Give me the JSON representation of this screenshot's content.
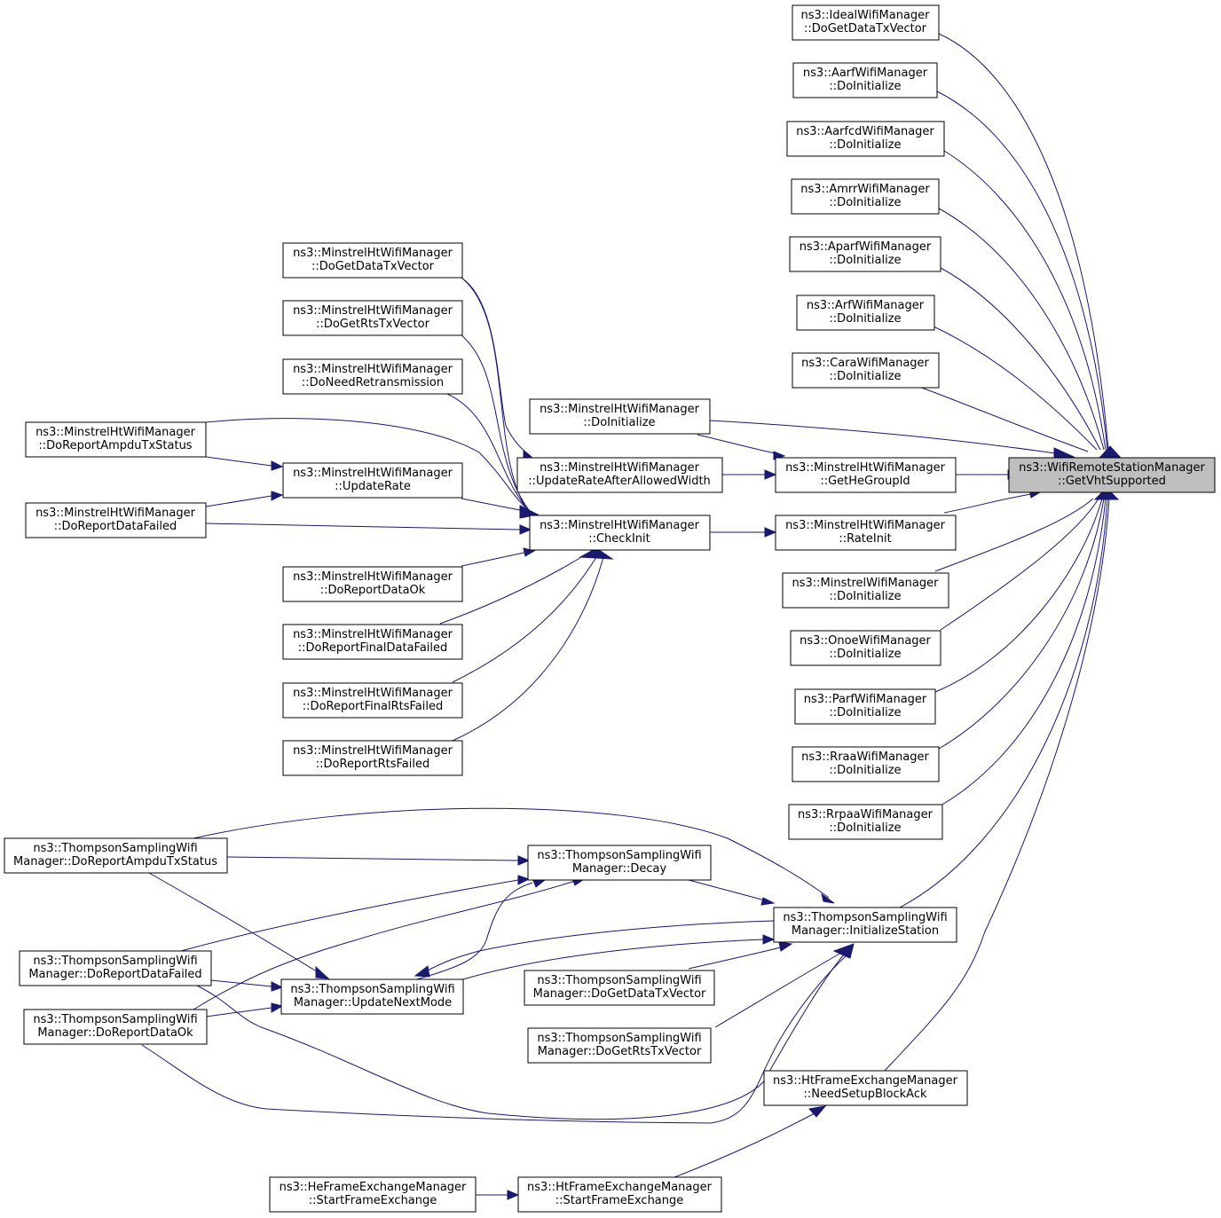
{
  "diagram": {
    "type": "call-graph",
    "edge_color": "#191970",
    "root_fill": "#bfbfbf",
    "nodes": [
      {
        "id": "root",
        "lines": [
          "ns3::WifiRemoteStationManager",
          "::GetVhtSupported"
        ],
        "highlight": true
      },
      {
        "id": "ideal",
        "lines": [
          "ns3::IdealWifiManager",
          "::DoGetDataTxVector"
        ]
      },
      {
        "id": "aarf",
        "lines": [
          "ns3::AarfWifiManager",
          "::DoInitialize"
        ]
      },
      {
        "id": "aarfcd",
        "lines": [
          "ns3::AarfcdWifiManager",
          "::DoInitialize"
        ]
      },
      {
        "id": "amrr",
        "lines": [
          "ns3::AmrrWifiManager",
          "::DoInitialize"
        ]
      },
      {
        "id": "aparf",
        "lines": [
          "ns3::AparfWifiManager",
          "::DoInitialize"
        ]
      },
      {
        "id": "arf",
        "lines": [
          "ns3::ArfWifiManager",
          "::DoInitialize"
        ]
      },
      {
        "id": "cara",
        "lines": [
          "ns3::CaraWifiManager",
          "::DoInitialize"
        ]
      },
      {
        "id": "mht_doinit",
        "lines": [
          "ns3::MinstrelHtWifiManager",
          "::DoInitialize"
        ]
      },
      {
        "id": "mht_getHe",
        "lines": [
          "ns3::MinstrelHtWifiManager",
          "::GetHeGroupId"
        ]
      },
      {
        "id": "mht_rateinit",
        "lines": [
          "ns3::MinstrelHtWifiManager",
          "::RateInit"
        ]
      },
      {
        "id": "minstrel",
        "lines": [
          "ns3::MinstrelWifiManager",
          "::DoInitialize"
        ]
      },
      {
        "id": "onoe",
        "lines": [
          "ns3::OnoeWifiManager",
          "::DoInitialize"
        ]
      },
      {
        "id": "parf",
        "lines": [
          "ns3::ParfWifiManager",
          "::DoInitialize"
        ]
      },
      {
        "id": "rraa",
        "lines": [
          "ns3::RraaWifiManager",
          "::DoInitialize"
        ]
      },
      {
        "id": "rrpaa",
        "lines": [
          "ns3::RrpaaWifiManager",
          "::DoInitialize"
        ]
      },
      {
        "id": "ts_init",
        "lines": [
          "ns3::ThompsonSamplingWifi",
          "Manager::InitializeStation"
        ]
      },
      {
        "id": "ht_need",
        "lines": [
          "ns3::HtFrameExchangeManager",
          "::NeedSetupBlockAck"
        ]
      },
      {
        "id": "mht_ura",
        "lines": [
          "ns3::MinstrelHtWifiManager",
          "::UpdateRateAfterAllowedWidth"
        ]
      },
      {
        "id": "mht_check",
        "lines": [
          "ns3::MinstrelHtWifiManager",
          "::CheckInit"
        ]
      },
      {
        "id": "mht_dgd",
        "lines": [
          "ns3::MinstrelHtWifiManager",
          "::DoGetDataTxVector"
        ]
      },
      {
        "id": "mht_grts",
        "lines": [
          "ns3::MinstrelHtWifiManager",
          "::DoGetRtsTxVector"
        ]
      },
      {
        "id": "mht_nr",
        "lines": [
          "ns3::MinstrelHtWifiManager",
          "::DoNeedRetransmission"
        ]
      },
      {
        "id": "mht_upd",
        "lines": [
          "ns3::MinstrelHtWifiManager",
          "::UpdateRate"
        ]
      },
      {
        "id": "mht_ampdu",
        "lines": [
          "ns3::MinstrelHtWifiManager",
          "::DoReportAmpduTxStatus"
        ]
      },
      {
        "id": "mht_rdf",
        "lines": [
          "ns3::MinstrelHtWifiManager",
          "::DoReportDataFailed"
        ]
      },
      {
        "id": "mht_rdo",
        "lines": [
          "ns3::MinstrelHtWifiManager",
          "::DoReportDataOk"
        ]
      },
      {
        "id": "mht_rfdf",
        "lines": [
          "ns3::MinstrelHtWifiManager",
          "::DoReportFinalDataFailed"
        ]
      },
      {
        "id": "mht_rfrf",
        "lines": [
          "ns3::MinstrelHtWifiManager",
          "::DoReportFinalRtsFailed"
        ]
      },
      {
        "id": "mht_rrf",
        "lines": [
          "ns3::MinstrelHtWifiManager",
          "::DoReportRtsFailed"
        ]
      },
      {
        "id": "ts_decay",
        "lines": [
          "ns3::ThompsonSamplingWifi",
          "Manager::Decay"
        ]
      },
      {
        "id": "ts_dgd",
        "lines": [
          "ns3::ThompsonSamplingWifi",
          "Manager::DoGetDataTxVector"
        ]
      },
      {
        "id": "ts_grts",
        "lines": [
          "ns3::ThompsonSamplingWifi",
          "Manager::DoGetRtsTxVector"
        ]
      },
      {
        "id": "ts_ampdu",
        "lines": [
          "ns3::ThompsonSamplingWifi",
          "Manager::DoReportAmpduTxStatus"
        ]
      },
      {
        "id": "ts_unm",
        "lines": [
          "ns3::ThompsonSamplingWifi",
          "Manager::UpdateNextMode"
        ]
      },
      {
        "id": "ts_rdf",
        "lines": [
          "ns3::ThompsonSamplingWifi",
          "Manager::DoReportDataFailed"
        ]
      },
      {
        "id": "ts_rdo",
        "lines": [
          "ns3::ThompsonSamplingWifi",
          "Manager::DoReportDataOk"
        ]
      },
      {
        "id": "ht_start",
        "lines": [
          "ns3::HtFrameExchangeManager",
          "::StartFrameExchange"
        ]
      },
      {
        "id": "he_start",
        "lines": [
          "ns3::HeFrameExchangeManager",
          "::StartFrameExchange"
        ]
      }
    ]
  }
}
